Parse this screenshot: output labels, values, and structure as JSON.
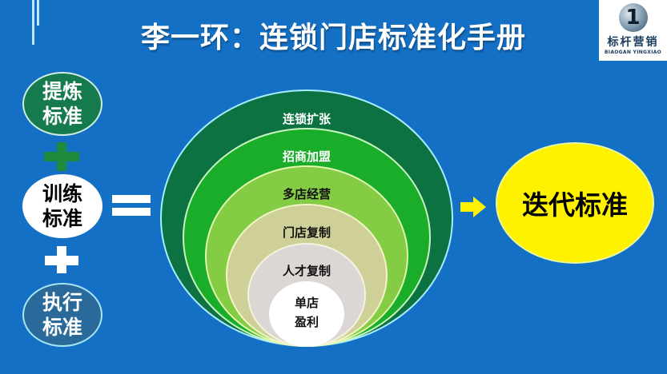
{
  "title": "李一环：连锁门店标准化手册",
  "logo": {
    "mark": "1",
    "name_cn": "标杆营销",
    "name_en": "BIAOGAN YINGXIAO"
  },
  "left_column": [
    {
      "line1": "提炼",
      "line2": "标准",
      "fill": "#157a4e",
      "text_color": "#ffffff"
    },
    {
      "line1": "训练",
      "line2": "标准",
      "fill": "#ffffff",
      "text_color": "#000000"
    },
    {
      "line1": "执行",
      "line2": "标准",
      "fill": "#2a6a9a",
      "text_color": "#ffffff"
    }
  ],
  "operators": {
    "plus_1_color": "#1d8a3c",
    "plus_2_color": "#ffffff",
    "equals": "="
  },
  "funnel_levels": [
    {
      "label": "连锁扩张",
      "fill": "#0d7241",
      "text_color": "#ffffff"
    },
    {
      "label": "招商加盟",
      "fill": "#1aad2a",
      "text_color": "#ffffff"
    },
    {
      "label": "多店经营",
      "fill": "#84cc44",
      "text_color": "#111111"
    },
    {
      "label": "门店复制",
      "fill": "#cfcf98",
      "text_color": "#111111"
    },
    {
      "label": "人才复制",
      "fill": "#dcd7d4",
      "text_color": "#111111"
    },
    {
      "label_line1": "单店",
      "label_line2": "盈利",
      "fill": "#ffffff",
      "text_color": "#111111"
    }
  ],
  "arrow_color": "#fff200",
  "result": {
    "label": "迭代标准",
    "fill": "#fff200"
  }
}
